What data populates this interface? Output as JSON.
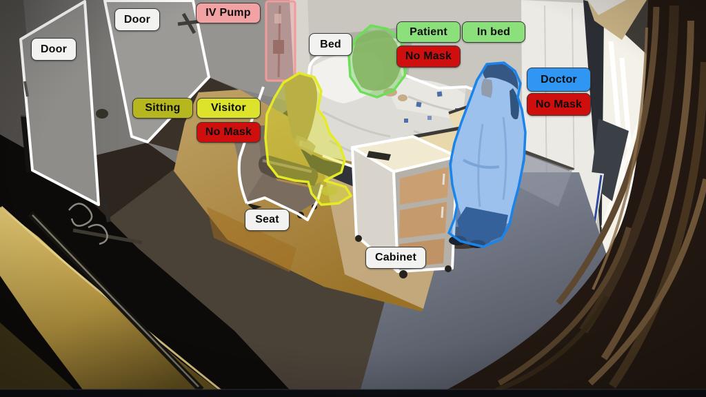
{
  "labels": {
    "door_left": "Door",
    "door_center": "Door",
    "iv_pump": "IV Pump",
    "bed": "Bed",
    "patient_role": "Patient",
    "patient_state": "In bed",
    "patient_mask": "No Mask",
    "doctor_role": "Doctor",
    "doctor_mask": "No Mask",
    "visitor_state": "Sitting",
    "visitor_role": "Visitor",
    "visitor_mask": "No Mask",
    "seat": "Seat",
    "cabinet": "Cabinet"
  },
  "colors": {
    "neutral_label_bg": "#f2f2f1",
    "role_patient_bg": "#8be07c",
    "role_doctor_bg": "#3096f4",
    "role_visitor_bg": "#dde32a",
    "state_sitting_bg": "#b6b71f",
    "alert_no_mask_bg": "#cf0e0e",
    "iv_pump_label_bg": "#f3a2a3",
    "outline_object": "#ffffff",
    "outline_patient": "#6cdf57",
    "outline_doctor": "#1b84ea",
    "outline_visitor": "#e4eb26",
    "outline_iv_pump": "#f29b9d"
  }
}
